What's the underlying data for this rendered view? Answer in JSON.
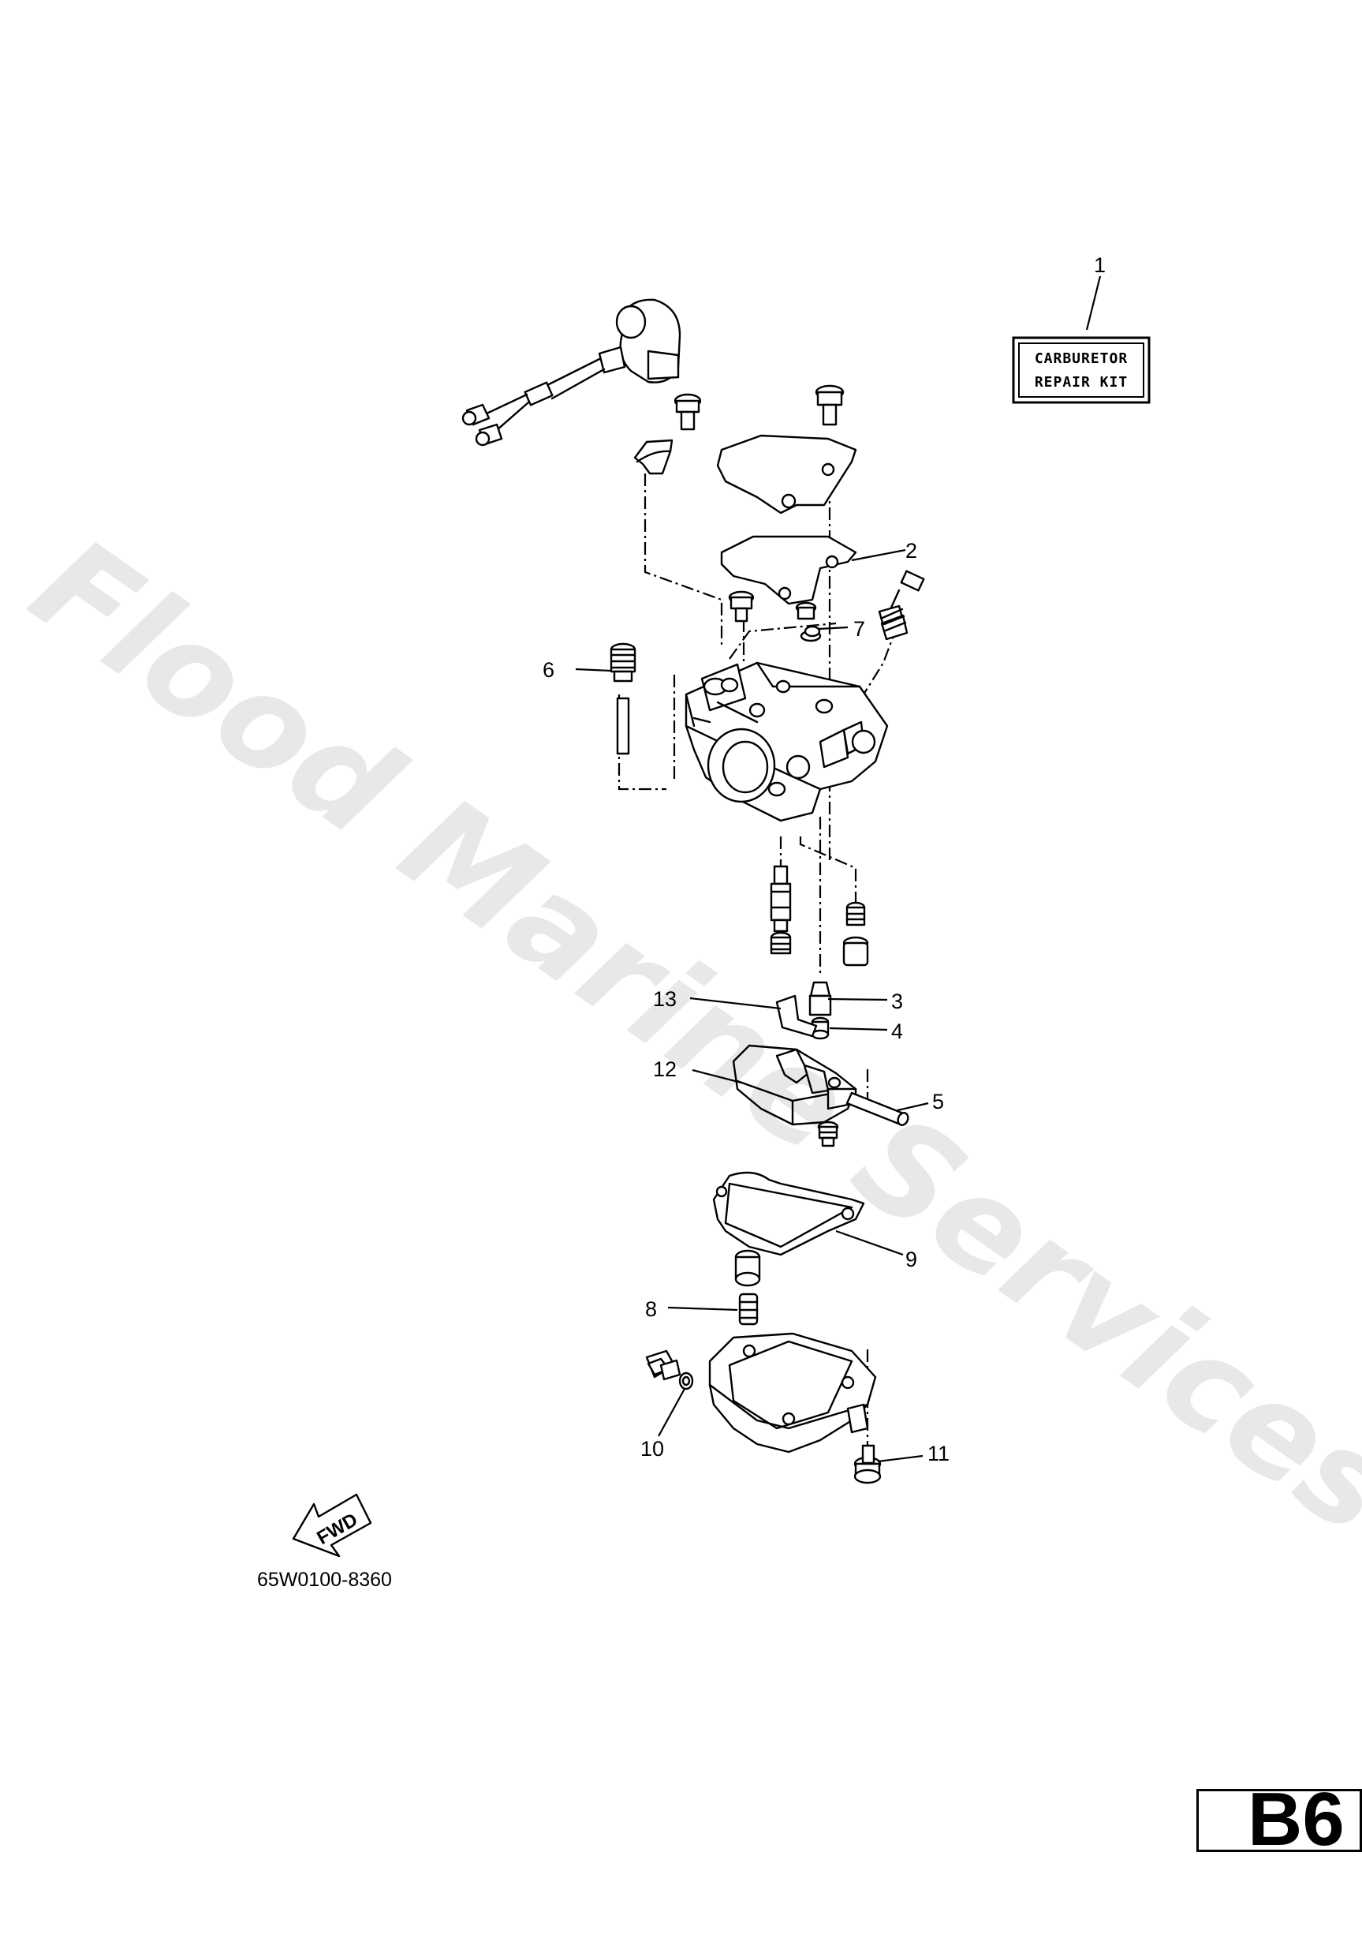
{
  "watermark": "Flood Marine Services",
  "kit_label": {
    "line1": "CARBURETOR",
    "line2": "REPAIR KIT"
  },
  "callouts": [
    {
      "ref": "1",
      "text": "1"
    },
    {
      "ref": "2",
      "text": "2"
    },
    {
      "ref": "3",
      "text": "3"
    },
    {
      "ref": "4",
      "text": "4"
    },
    {
      "ref": "5",
      "text": "5"
    },
    {
      "ref": "6",
      "text": "6"
    },
    {
      "ref": "7",
      "text": "7"
    },
    {
      "ref": "8",
      "text": "8"
    },
    {
      "ref": "9",
      "text": "9"
    },
    {
      "ref": "10",
      "text": "10"
    },
    {
      "ref": "11",
      "text": "11"
    },
    {
      "ref": "12",
      "text": "12"
    },
    {
      "ref": "13",
      "text": "13"
    }
  ],
  "direction_arrow": "FWD",
  "drawing_code": "65W0100-8360",
  "page_badge": "B6"
}
